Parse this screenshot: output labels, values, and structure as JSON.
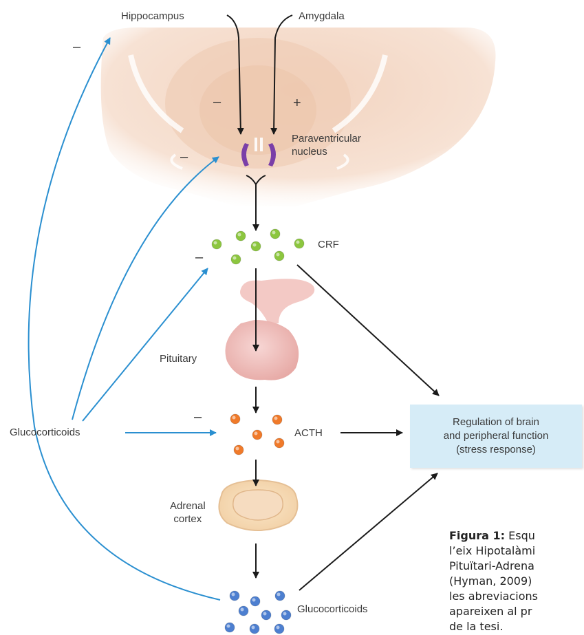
{
  "labels": {
    "hippocampus": "Hippocampus",
    "amygdala": "Amygdala",
    "paraventricular_line1": "Paraventricular",
    "paraventricular_line2": "nucleus",
    "crf": "CRF",
    "pituitary": "Pituitary",
    "acth": "ACTH",
    "glucocorticoids_left": "Glucocorticoids",
    "adrenal_line1": "Adrenal",
    "adrenal_line2": "cortex",
    "glucocorticoids_bottom": "Glucocorticoids"
  },
  "signs": {
    "hippocampus_feedback": "–",
    "hippocampus_input": "–",
    "amygdala_input": "+",
    "pvn_feedback": "–",
    "crf_feedback": "–",
    "acth_feedback": "–"
  },
  "box": {
    "line1": "Regulation of brain",
    "line2": "and peripheral function",
    "line3": "(stress response)"
  },
  "caption": {
    "bold": "Figura 1:",
    "line1": " Esqu",
    "line2": "l’eix Hipotalàmi",
    "line3": "Pituïtari-Adrena",
    "line4": "(Hyman, 2009)",
    "line5": "les abreviacions",
    "line6": "apareixen al pr",
    "line7": "de la tesi."
  },
  "colors": {
    "feedback_arrow": "#2a8fd0",
    "main_arrow": "#1a1a1a",
    "brain_tissue": "#f5dccb",
    "nucleus": "#7a3fa8",
    "crf_dots": "#8cc63f",
    "acth_dots": "#f07a2a",
    "glucocorticoid_dots": "#4d7fd0",
    "box_fill": "#d6ecf7"
  }
}
